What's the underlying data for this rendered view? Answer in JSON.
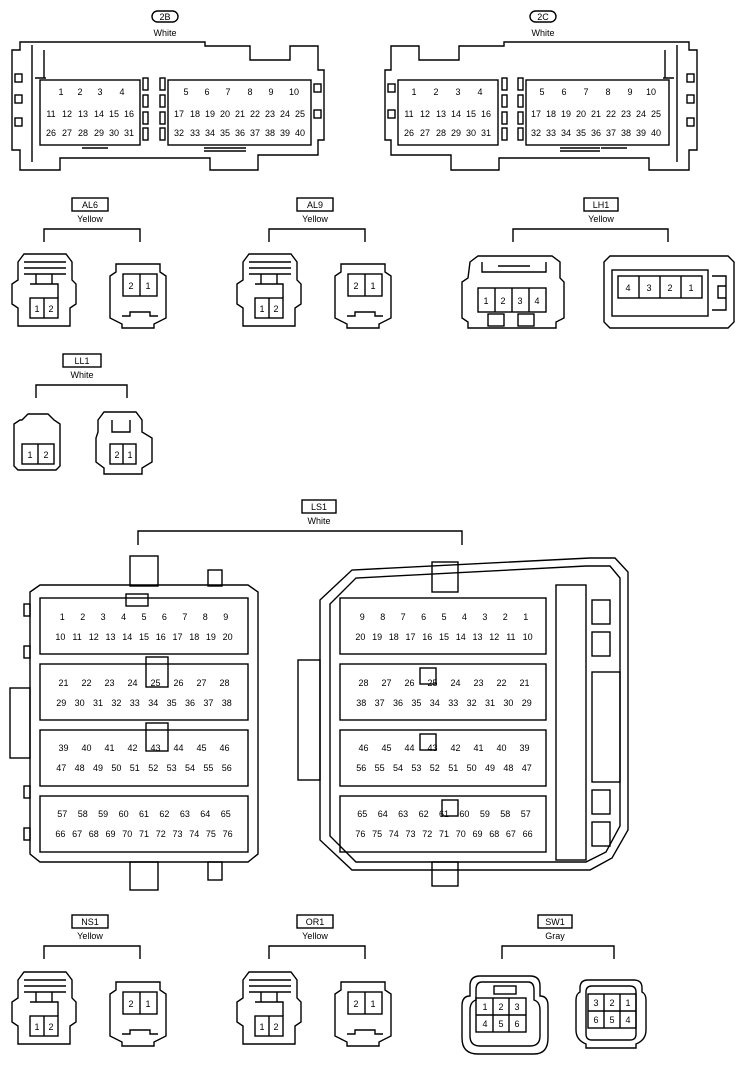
{
  "connectors": {
    "c2b": {
      "code": "2B",
      "color": "White",
      "pins": {
        "row1a": [
          "1",
          "2",
          "3",
          "4"
        ],
        "row1b": [
          "5",
          "6",
          "7",
          "8",
          "9",
          "10"
        ],
        "row2a": [
          "11",
          "12",
          "13",
          "14",
          "15",
          "16"
        ],
        "row2b": [
          "17",
          "18",
          "19",
          "20",
          "21",
          "22",
          "23",
          "24",
          "25"
        ],
        "row3a": [
          "26",
          "27",
          "28",
          "29",
          "30",
          "31"
        ],
        "row3b": [
          "32",
          "33",
          "34",
          "35",
          "36",
          "37",
          "38",
          "39",
          "40"
        ]
      }
    },
    "c2c": {
      "code": "2C",
      "color": "White",
      "pins": {
        "row1a": [
          "1",
          "2",
          "3",
          "4"
        ],
        "row1b": [
          "5",
          "6",
          "7",
          "8",
          "9",
          "10"
        ],
        "row2a": [
          "11",
          "12",
          "13",
          "14",
          "15",
          "16"
        ],
        "row2b": [
          "17",
          "18",
          "19",
          "20",
          "21",
          "22",
          "23",
          "24",
          "25"
        ],
        "row3a": [
          "26",
          "27",
          "28",
          "29",
          "30",
          "31"
        ],
        "row3b": [
          "32",
          "33",
          "34",
          "35",
          "36",
          "37",
          "38",
          "39",
          "40"
        ]
      }
    },
    "al6": {
      "code": "AL6",
      "color": "Yellow",
      "pins_left": [
        "1",
        "2"
      ],
      "pins_right": [
        "2",
        "1"
      ]
    },
    "al9": {
      "code": "AL9",
      "color": "Yellow",
      "pins_left": [
        "1",
        "2"
      ],
      "pins_right": [
        "2",
        "1"
      ]
    },
    "lh1": {
      "code": "LH1",
      "color": "Yellow",
      "pins_left": [
        "1",
        "2",
        "3",
        "4"
      ],
      "pins_right": [
        "4",
        "3",
        "2",
        "1"
      ]
    },
    "ll1": {
      "code": "LL1",
      "color": "White",
      "pins_left": [
        "1",
        "2"
      ],
      "pins_right": [
        "2",
        "1"
      ]
    },
    "ls1": {
      "code": "LS1",
      "color": "White",
      "left": [
        [
          "1",
          "2",
          "3",
          "4",
          "5",
          "6",
          "7",
          "8",
          "9"
        ],
        [
          "10",
          "11",
          "12",
          "13",
          "14",
          "15",
          "16",
          "17",
          "18",
          "19",
          "20"
        ],
        [
          "21",
          "22",
          "23",
          "24",
          "25",
          "26",
          "27",
          "28"
        ],
        [
          "29",
          "30",
          "31",
          "32",
          "33",
          "34",
          "35",
          "36",
          "37",
          "38"
        ],
        [
          "39",
          "40",
          "41",
          "42",
          "43",
          "44",
          "45",
          "46"
        ],
        [
          "47",
          "48",
          "49",
          "50",
          "51",
          "52",
          "53",
          "54",
          "55",
          "56"
        ],
        [
          "57",
          "58",
          "59",
          "60",
          "61",
          "62",
          "63",
          "64",
          "65"
        ],
        [
          "66",
          "67",
          "68",
          "69",
          "70",
          "71",
          "72",
          "73",
          "74",
          "75",
          "76"
        ]
      ],
      "right": [
        [
          "9",
          "8",
          "7",
          "6",
          "5",
          "4",
          "3",
          "2",
          "1"
        ],
        [
          "20",
          "19",
          "18",
          "17",
          "16",
          "15",
          "14",
          "13",
          "12",
          "11",
          "10"
        ],
        [
          "28",
          "27",
          "26",
          "25",
          "24",
          "23",
          "22",
          "21"
        ],
        [
          "38",
          "37",
          "36",
          "35",
          "34",
          "33",
          "32",
          "31",
          "30",
          "29"
        ],
        [
          "46",
          "45",
          "44",
          "43",
          "42",
          "41",
          "40",
          "39"
        ],
        [
          "56",
          "55",
          "54",
          "53",
          "52",
          "51",
          "50",
          "49",
          "48",
          "47"
        ],
        [
          "65",
          "64",
          "63",
          "62",
          "61",
          "60",
          "59",
          "58",
          "57"
        ],
        [
          "76",
          "75",
          "74",
          "73",
          "72",
          "71",
          "70",
          "69",
          "68",
          "67",
          "66"
        ]
      ]
    },
    "ns1": {
      "code": "NS1",
      "color": "Yellow",
      "pins_left": [
        "1",
        "2"
      ],
      "pins_right": [
        "2",
        "1"
      ]
    },
    "or1": {
      "code": "OR1",
      "color": "Yellow",
      "pins_left": [
        "1",
        "2"
      ],
      "pins_right": [
        "2",
        "1"
      ]
    },
    "sw1": {
      "code": "SW1",
      "color": "Gray",
      "pins_left": [
        [
          "1",
          "2",
          "3"
        ],
        [
          "4",
          "5",
          "6"
        ]
      ],
      "pins_right": [
        [
          "3",
          "2",
          "1"
        ],
        [
          "6",
          "5",
          "4"
        ]
      ]
    }
  }
}
